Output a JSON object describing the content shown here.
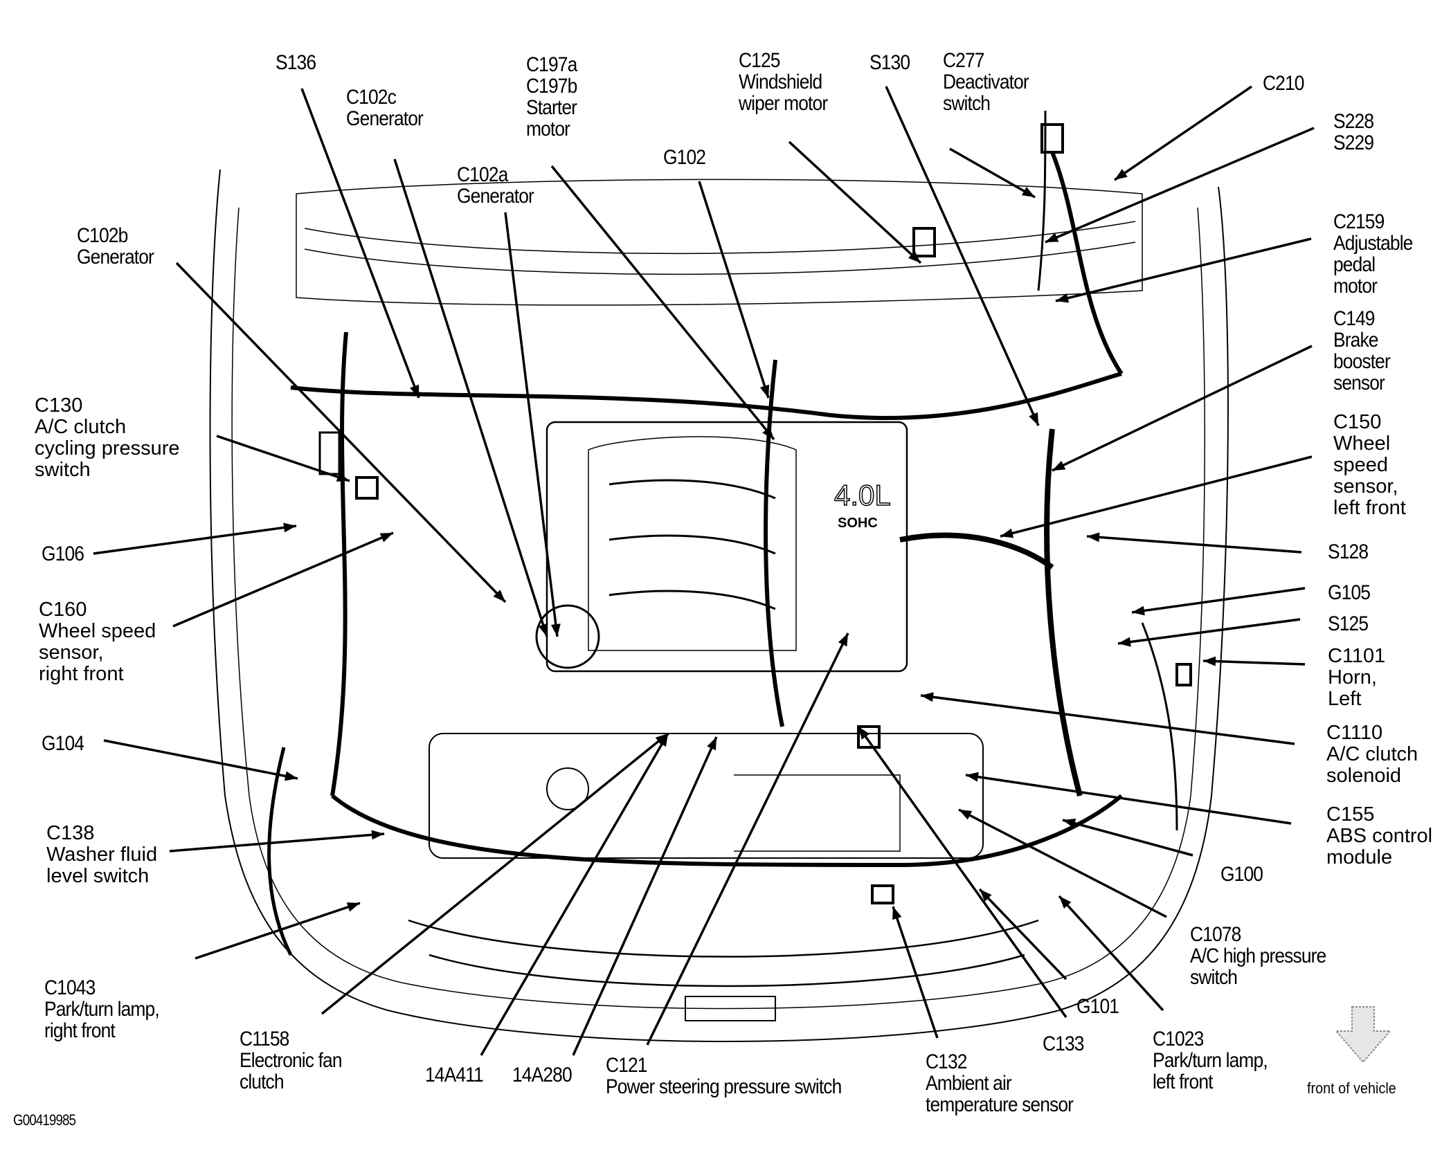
{
  "figure_code": "G00419985",
  "orientation": {
    "label": "front of vehicle",
    "icon": "down-arrow-icon"
  },
  "engine_marking": {
    "line1": "4.0L",
    "line2": "SOHC"
  },
  "labels": [
    {
      "id": "S136",
      "lines": [
        "S136"
      ]
    },
    {
      "id": "C102c",
      "lines": [
        "C102c",
        "Generator"
      ]
    },
    {
      "id": "C197",
      "lines": [
        "C197a",
        "C197b",
        "Starter",
        "motor"
      ]
    },
    {
      "id": "C125",
      "lines": [
        "C125",
        "Windshield",
        "wiper motor"
      ]
    },
    {
      "id": "S130",
      "lines": [
        "S130"
      ]
    },
    {
      "id": "C277",
      "lines": [
        "C277",
        "Deactivator",
        "switch"
      ]
    },
    {
      "id": "C210",
      "lines": [
        "C210"
      ]
    },
    {
      "id": "S228",
      "lines": [
        "S228",
        "S229"
      ]
    },
    {
      "id": "G102",
      "lines": [
        "G102"
      ]
    },
    {
      "id": "C102a",
      "lines": [
        "C102a",
        "Generator"
      ]
    },
    {
      "id": "C102b",
      "lines": [
        "C102b",
        "Generator"
      ]
    },
    {
      "id": "C2159",
      "lines": [
        "C2159",
        "Adjustable",
        "pedal",
        "motor"
      ]
    },
    {
      "id": "C149",
      "lines": [
        "C149",
        "Brake",
        "booster",
        "sensor"
      ]
    },
    {
      "id": "C130",
      "lines": [
        "C130",
        "A/C clutch",
        "cycling pressure",
        "switch"
      ]
    },
    {
      "id": "C150",
      "lines": [
        "C150",
        "Wheel",
        "speed",
        "sensor,",
        "left front"
      ]
    },
    {
      "id": "G106",
      "lines": [
        "G106"
      ]
    },
    {
      "id": "S128",
      "lines": [
        "S128"
      ]
    },
    {
      "id": "C160",
      "lines": [
        "C160",
        "Wheel speed",
        "sensor,",
        "right front"
      ]
    },
    {
      "id": "G105",
      "lines": [
        "G105"
      ]
    },
    {
      "id": "S125",
      "lines": [
        "S125"
      ]
    },
    {
      "id": "C1101",
      "lines": [
        "C1101",
        "Horn,",
        "Left"
      ]
    },
    {
      "id": "G104",
      "lines": [
        "G104"
      ]
    },
    {
      "id": "C1110",
      "lines": [
        "C1110",
        "A/C clutch",
        "solenoid"
      ]
    },
    {
      "id": "C138",
      "lines": [
        "C138",
        "Washer fluid",
        "level switch"
      ]
    },
    {
      "id": "C155",
      "lines": [
        "C155",
        "ABS control",
        "module"
      ]
    },
    {
      "id": "G100",
      "lines": [
        "G100"
      ]
    },
    {
      "id": "C1078",
      "lines": [
        "C1078",
        "A/C high pressure",
        "switch"
      ]
    },
    {
      "id": "C1043",
      "lines": [
        "C1043",
        "Park/turn lamp,",
        "right front"
      ]
    },
    {
      "id": "G101",
      "lines": [
        "G101"
      ]
    },
    {
      "id": "C133",
      "lines": [
        "C133"
      ]
    },
    {
      "id": "C1158",
      "lines": [
        "C1158",
        "Electronic fan",
        "clutch"
      ]
    },
    {
      "id": "C1023",
      "lines": [
        "C1023",
        "Park/turn lamp,",
        "left front"
      ]
    },
    {
      "id": "C132",
      "lines": [
        "C132",
        "Ambient air",
        "temperature sensor"
      ]
    },
    {
      "id": "C121",
      "lines": [
        "C121",
        "Power steering pressure switch"
      ]
    },
    {
      "id": "14A411",
      "lines": [
        "14A411"
      ]
    },
    {
      "id": "14A280",
      "lines": [
        "14A280"
      ]
    }
  ]
}
